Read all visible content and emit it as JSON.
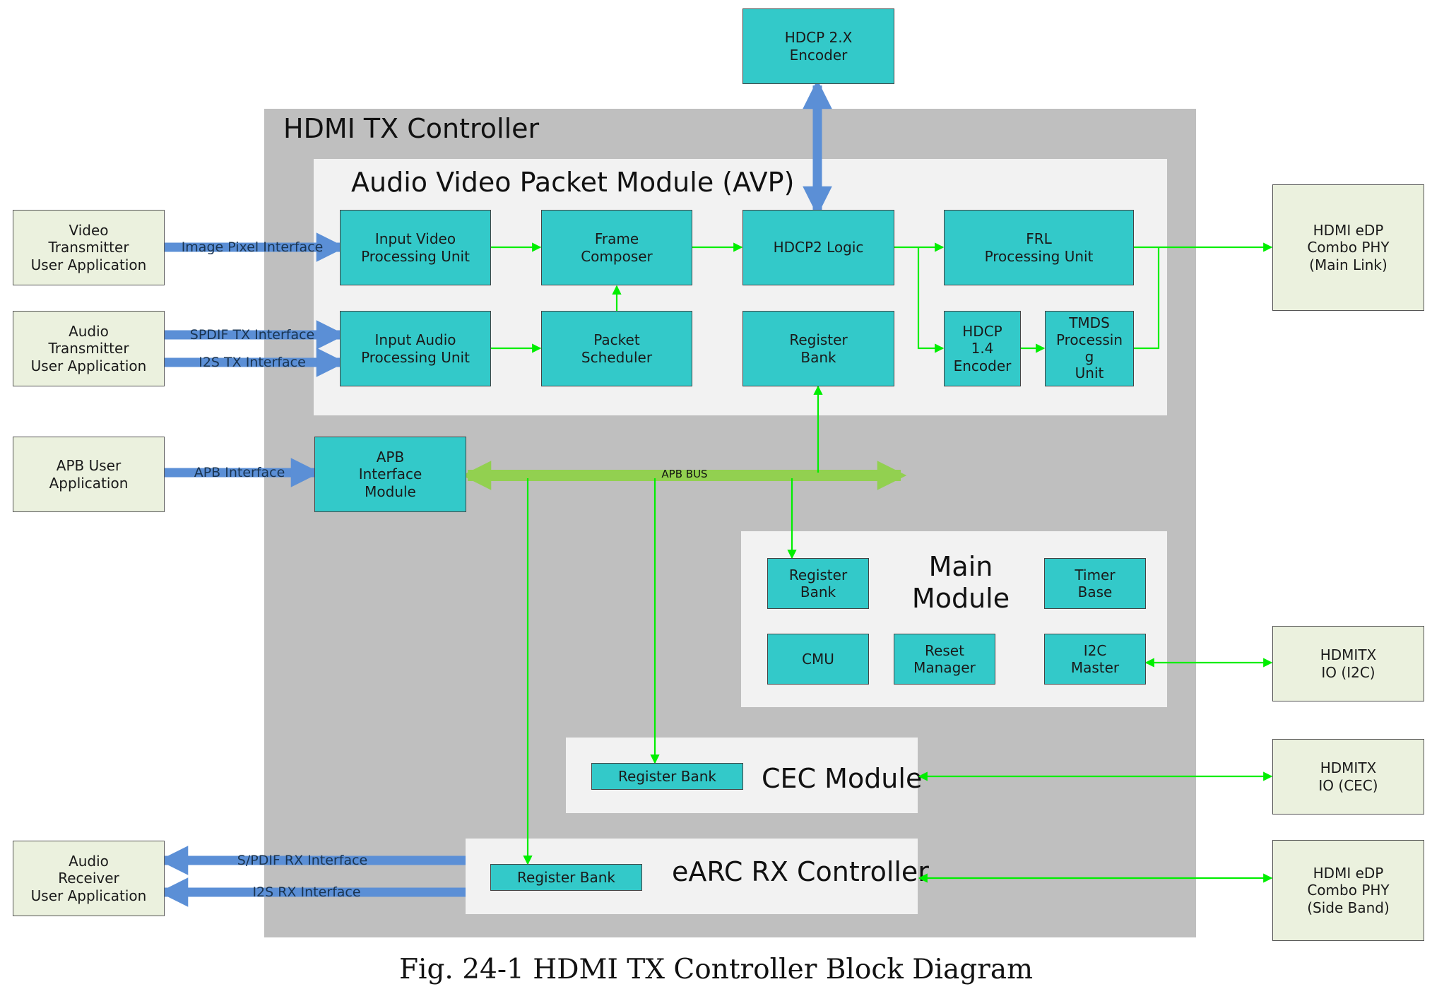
{
  "controller_title": "HDMI TX Controller",
  "avp_title": "Audio Video Packet Module (AVP)",
  "main_title": "Main\nModule",
  "cec_title": "CEC Module",
  "earc_title": "eARC RX Controller",
  "caption": "Fig. 24-1 HDMI TX Controller Block Diagram",
  "external": {
    "video_app": "Video\nTransmitter\nUser Application",
    "audio_tx_app": "Audio\nTransmitter\nUser Application",
    "apb_app": "APB User\nApplication",
    "audio_rx_app": "Audio\nReceiver\nUser Application",
    "hdcp2x_encoder": "HDCP 2.X\nEncoder",
    "phy_main": "HDMI eDP\nCombo PHY\n(Main Link)",
    "io_i2c": "HDMITX\nIO (I2C)",
    "io_cec": "HDMITX\nIO (CEC)",
    "phy_side": "HDMI eDP\nCombo PHY\n(Side Band)"
  },
  "blocks": {
    "input_video": "Input Video\nProcessing Unit",
    "frame_composer": "Frame\nComposer",
    "hdcp2_logic": "HDCP2 Logic",
    "frl": "FRL\nProcessing Unit",
    "input_audio": "Input Audio\nProcessing Unit",
    "packet_scheduler": "Packet\nScheduler",
    "avp_register_bank": "Register\nBank",
    "hdcp14": "HDCP\n1.4\nEncoder",
    "tmds": "TMDS\nProcessin\ng\nUnit",
    "apb_module": "APB\nInterface\nModule",
    "main_register_bank": "Register\nBank",
    "timer_base": "Timer\nBase",
    "cmu": "CMU",
    "reset_manager": "Reset\nManager",
    "i2c_master": "I2C\nMaster",
    "cec_register_bank": "Register Bank",
    "earc_register_bank": "Register Bank"
  },
  "interfaces": {
    "image_pixel": "Image Pixel Interface",
    "spdif_tx": "SPDIF TX Interface",
    "i2s_tx": "I2S TX Interface",
    "apb": "APB Interface",
    "apb_bus": "APB BUS",
    "spdif_rx": "S/PDIF RX Interface",
    "i2s_rx": "I2S RX Interface"
  },
  "colors": {
    "block_fill": "#33c9c9",
    "external_fill": "#ebf1de",
    "controller_fill": "#bfbfbf",
    "submodule_fill": "#f2f2f2",
    "signal_arrow": "#00ee00",
    "interface_arrow": "#5b8fd6",
    "apb_bus": "#92d050"
  }
}
